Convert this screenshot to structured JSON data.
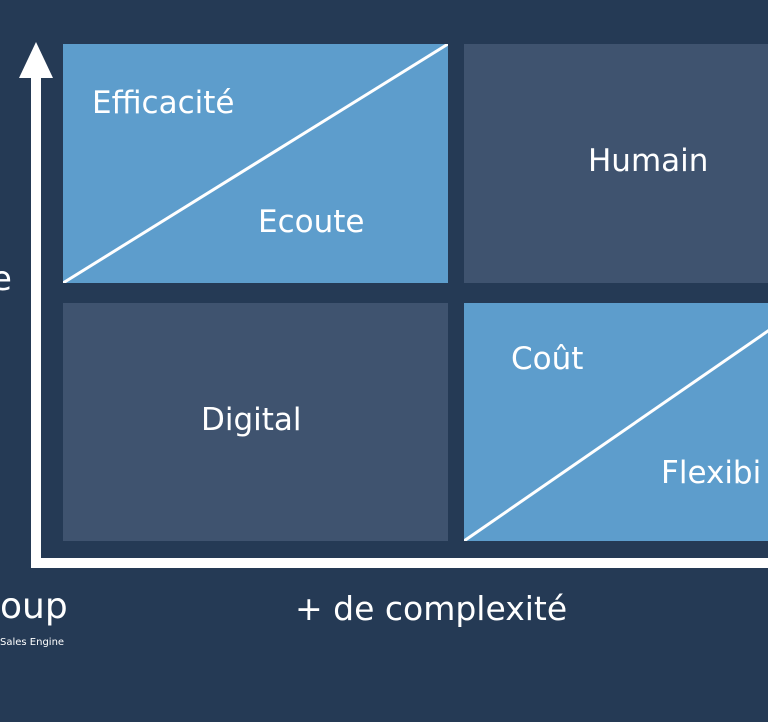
{
  "quadrants": {
    "top_left": {
      "primary": "Efficacité",
      "secondary": "Ecoute"
    },
    "top_right": {
      "label": "Humain"
    },
    "bottom_left": {
      "label": "Digital"
    },
    "bottom_right": {
      "primary": "Coût",
      "secondary": "Flexibi"
    }
  },
  "axis": {
    "x_label": "+ de complexité",
    "y_label_fragment": "e"
  },
  "brand": {
    "name_fragment": "oup",
    "tagline_fragment": "Sales Engine"
  },
  "colors": {
    "background": "#253a55",
    "dark_quadrant": "#3f536f",
    "light_quadrant": "#5d9dcc",
    "axis": "#ffffff"
  }
}
